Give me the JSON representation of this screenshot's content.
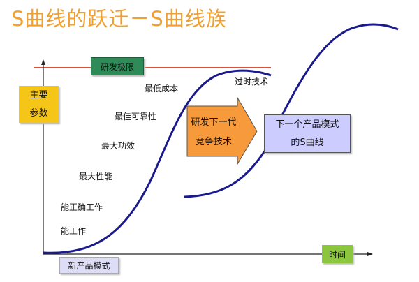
{
  "title": "S曲线的跃迁－S曲线族",
  "limit_label": "研发极限",
  "y_axis_label": [
    "主要",
    "参数"
  ],
  "x_axis_label": "时间",
  "origin_label": "新产品模式",
  "stages": [
    "最低成本",
    "最佳可靠性",
    "最大功效",
    "最大性能",
    "能正确工作",
    "能工作"
  ],
  "obsolete_label": "过时技术",
  "arrow_label": [
    "研发下一代",
    "竞争技术"
  ],
  "next_curve_label": [
    "下一个产品模式",
    "的S曲线"
  ],
  "colors": {
    "title": "#f0a030",
    "limit_line": "#d9533a",
    "limit_box": "#2e8b57",
    "y_box": "#f5c518",
    "x_box": "#8cc63f",
    "arrow": "#f79a3c",
    "next_box": "#ccccff",
    "curve": "#1a1a8c"
  }
}
